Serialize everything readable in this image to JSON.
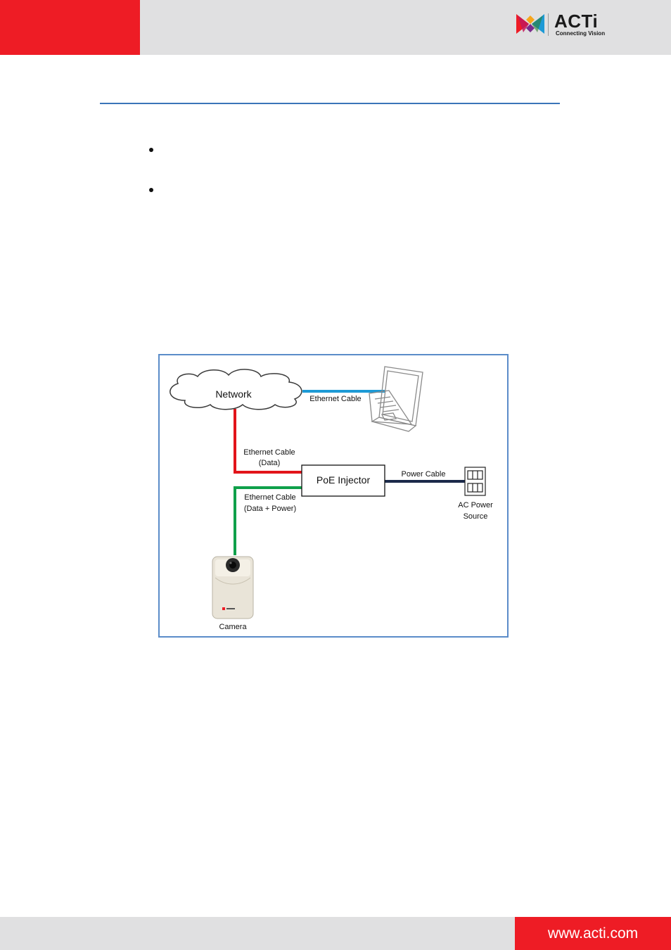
{
  "header": {
    "logo": {
      "name": "ACTi",
      "tagline": "Connecting Vision",
      "colors": [
        "#ee1c25",
        "#7a2a8c",
        "#1d9ad6",
        "#f7a61c"
      ]
    }
  },
  "colors": {
    "brand_red": "#ee1c25",
    "band_gray": "#e0e0e1",
    "rule_blue": "#3a75b8",
    "frame_blue": "#5b8cc9",
    "cable_blue": "#1d9ad6",
    "cable_red": "#e2141a",
    "cable_green": "#0fa04a",
    "cable_navy": "#1b2a4a"
  },
  "diagram": {
    "network_label": "Network",
    "laptop_cable_label": "Ethernet Cable",
    "data_cable_label_1": "Ethernet Cable",
    "data_cable_label_2": "(Data)",
    "poe_label": "PoE Injector",
    "power_cable_label": "Power Cable",
    "power_cable_label2_1": "Ethernet Cable",
    "power_cable_label2_2": "(Data + Power)",
    "ac_label_1": "AC Power",
    "ac_label_2": "Source",
    "camera_label": "Camera"
  },
  "footer": {
    "url": "www.acti.com"
  }
}
